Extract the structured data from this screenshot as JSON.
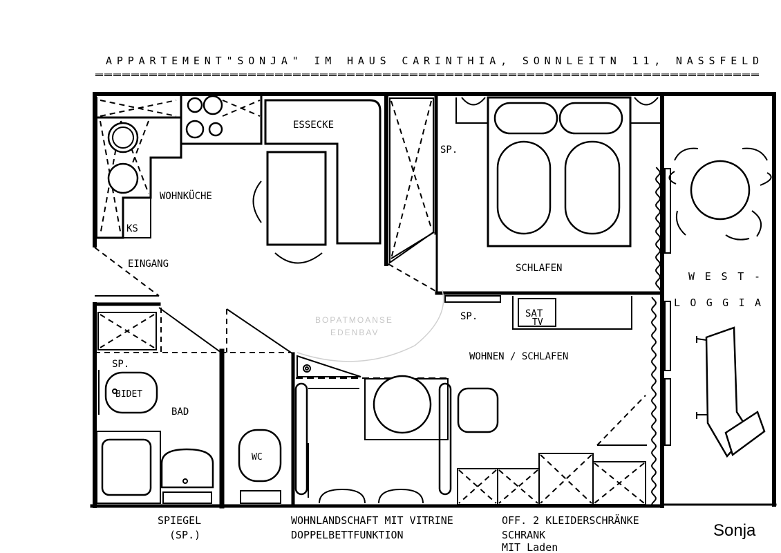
{
  "title": "APPARTEMENT\"SONJA\" IM HAUS CARINTHIA, SONNLEITN 11, NASSFELD",
  "title_underline": "==========================================================================",
  "rooms": {
    "essecke": "ESSECKE",
    "wohnkueche": "WOHNKÜCHE",
    "ks": "KS",
    "eingang": "EINGANG",
    "sp_kitchen": "SP.",
    "schlafen": "SCHLAFEN",
    "sp_living": "SP.",
    "sat_tv_line1": "SAT",
    "sat_tv_line2": "TV",
    "wohnen_schlafen": "WOHNEN / SCHLAFEN",
    "sp_bath": "SP.",
    "bidet": "BIDET",
    "bad": "BAD",
    "wc": "WC",
    "west": "WEST-",
    "loggia": "LOGGIA",
    "faint_line1": "BOPATMOANSE",
    "faint_line2": "EDENBAV"
  },
  "legend": {
    "spiegel_line1": "SPIEGEL",
    "spiegel_line2": "(SP.)",
    "wohnlandschaft_line1": "WOHNLANDSCHAFT MIT VITRINE",
    "wohnlandschaft_line2": "DOPPELBETTFUNKTION",
    "schrank_line1": "OFF. 2 KLEIDERSCHRÄNKE",
    "schrank_line2": "SCHRANK",
    "schrank_line3": "MIT Laden"
  },
  "signature": "Sonja"
}
